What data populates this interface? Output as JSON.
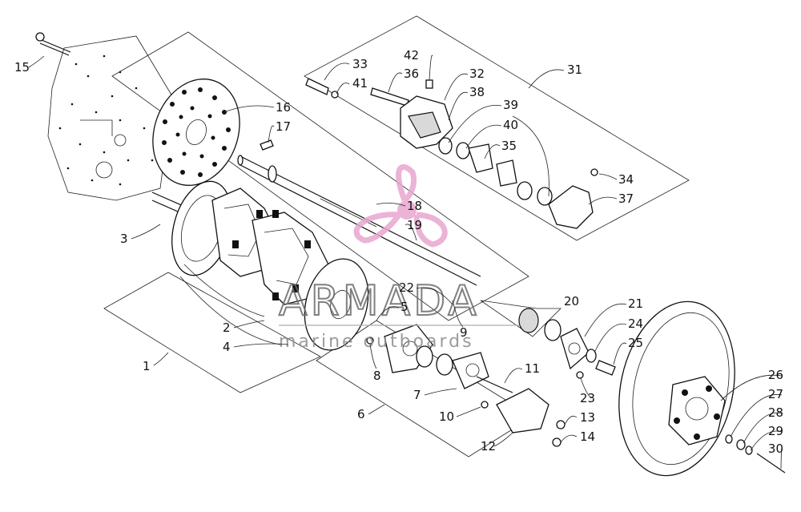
{
  "diagram": {
    "callouts": [
      {
        "id": "1",
        "text": "1"
      },
      {
        "id": "2",
        "text": "2"
      },
      {
        "id": "3",
        "text": "3"
      },
      {
        "id": "4",
        "text": "4"
      },
      {
        "id": "5",
        "text": "5"
      },
      {
        "id": "6",
        "text": "6"
      },
      {
        "id": "7",
        "text": "7"
      },
      {
        "id": "8",
        "text": "8"
      },
      {
        "id": "9",
        "text": "9"
      },
      {
        "id": "10",
        "text": "10"
      },
      {
        "id": "11",
        "text": "11"
      },
      {
        "id": "12",
        "text": "12"
      },
      {
        "id": "13",
        "text": "13"
      },
      {
        "id": "14",
        "text": "14"
      },
      {
        "id": "15",
        "text": "15"
      },
      {
        "id": "16",
        "text": "16"
      },
      {
        "id": "17",
        "text": "17"
      },
      {
        "id": "18",
        "text": "18"
      },
      {
        "id": "19",
        "text": "19"
      },
      {
        "id": "20",
        "text": "20"
      },
      {
        "id": "21",
        "text": "21"
      },
      {
        "id": "22",
        "text": "22"
      },
      {
        "id": "23",
        "text": "23"
      },
      {
        "id": "24",
        "text": "24"
      },
      {
        "id": "25",
        "text": "25"
      },
      {
        "id": "26",
        "text": "26"
      },
      {
        "id": "27",
        "text": "27"
      },
      {
        "id": "28",
        "text": "28"
      },
      {
        "id": "29",
        "text": "29"
      },
      {
        "id": "30",
        "text": "30"
      },
      {
        "id": "31",
        "text": "31"
      },
      {
        "id": "32",
        "text": "32"
      },
      {
        "id": "33",
        "text": "33"
      },
      {
        "id": "34",
        "text": "34"
      },
      {
        "id": "35",
        "text": "35"
      },
      {
        "id": "36",
        "text": "36"
      },
      {
        "id": "37",
        "text": "37"
      },
      {
        "id": "38",
        "text": "38"
      },
      {
        "id": "39",
        "text": "39"
      },
      {
        "id": "40",
        "text": "40"
      },
      {
        "id": "41",
        "text": "41"
      },
      {
        "id": "42",
        "text": "42"
      }
    ]
  },
  "watermark": {
    "brand": "ARMADA",
    "tagline": "marine outboards",
    "logo_color": "#e8a6cf"
  }
}
